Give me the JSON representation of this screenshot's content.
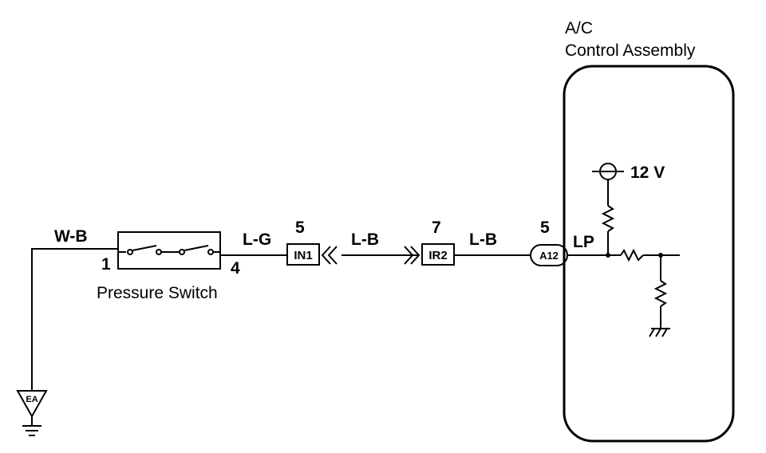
{
  "assembly": {
    "title_line1": "A/C",
    "title_line2": "Control Assembly",
    "pin_label": "LP",
    "supply_voltage": "12 V"
  },
  "switch": {
    "name": "Pressure Switch",
    "pin_left": "1",
    "pin_right": "4"
  },
  "wires": {
    "ground_wire": "W-B",
    "switch_wire": "L-G",
    "mid_wire": "L-B",
    "ecu_wire": "L-B"
  },
  "connectors": [
    {
      "id": "IN1",
      "pin": "5"
    },
    {
      "id": "IR2",
      "pin": "7"
    },
    {
      "id": "A12",
      "pin": "5"
    }
  ],
  "ground_point": "EA"
}
